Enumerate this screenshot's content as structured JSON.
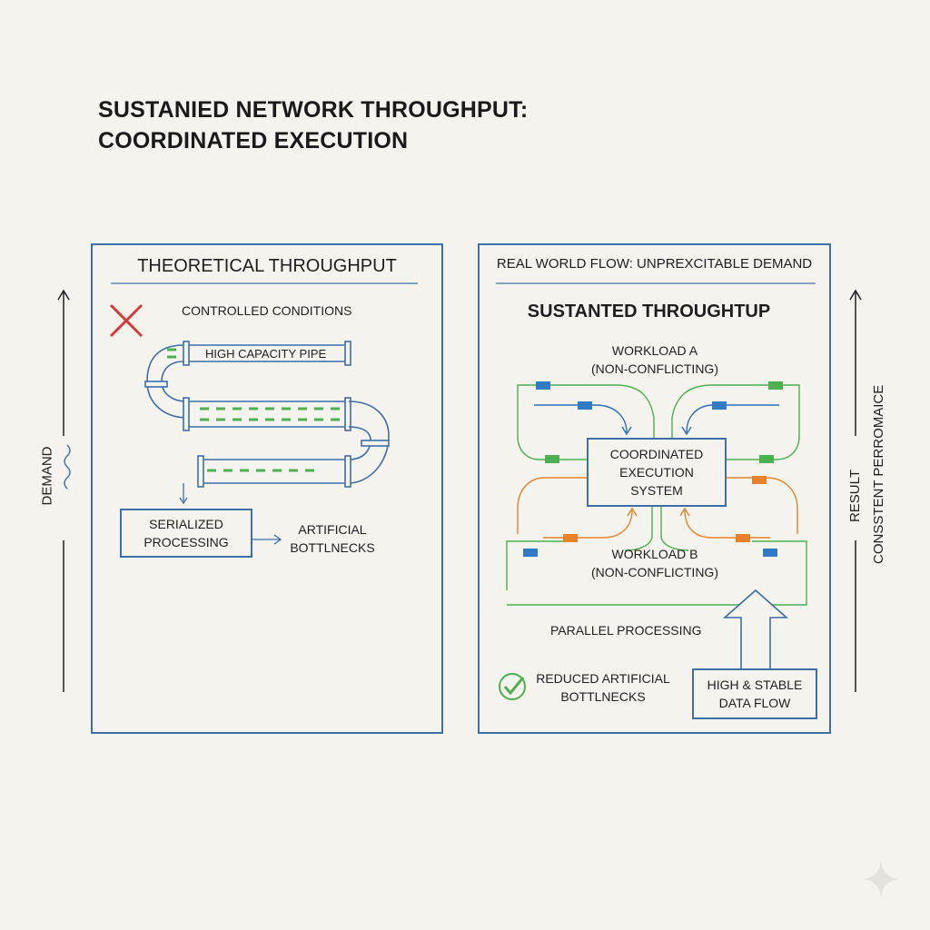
{
  "title": {
    "line1": "SUSTANIED NETWORK THROUGHPUT:",
    "line2": "COORDINATED EXECUTION"
  },
  "left_axis": {
    "label": "DEMAND"
  },
  "right_axis": {
    "label_line1": "RESULT",
    "label_line2": "CONSSTENT PERROMAICE"
  },
  "left_panel": {
    "heading": "THEORETICAL THROUGHPUT",
    "conditions": "CONTROLLED CONDITIONS",
    "pipe_label": "HIGH CAPACITY PIPE",
    "serialized_line1": "SERIALIZED",
    "serialized_line2": "PROCESSING",
    "bottleneck_line1": "ARTIFICIAL",
    "bottleneck_line2": "BOTTLNECKS"
  },
  "right_panel": {
    "heading": "REAL WORLD FLOW: UNPREXCITABLE DEMAND",
    "subheading": "SUSTANTED THROUGHTUP",
    "workload_a_line1": "WORKLOAD A",
    "workload_a_line2": "(NON-CONFLICTING)",
    "center_line1": "COORDINATED",
    "center_line2": "EXECUTION",
    "center_line3": "SYSTEM",
    "workload_b_line1": "WORKLOAD B",
    "workload_b_line2": "(NON-CONFLICTING)",
    "parallel": "PARALLEL PROCESSING",
    "reduced_line1": "REDUCED ARTIFICIAL",
    "reduced_line2": "BOTTLNECKS",
    "stable_line1": "HIGH & STABLE",
    "stable_line2": "DATA FLOW"
  },
  "colors": {
    "frame_blue": "#3d6ea8",
    "flow_green": "#4caf50",
    "flow_orange": "#e8822a",
    "packet_blue": "#2f7cc4",
    "cross_red": "#d63b3b",
    "check_green": "#4caf50"
  },
  "icons": [
    "cross-icon",
    "check-icon",
    "sparkle-icon"
  ]
}
